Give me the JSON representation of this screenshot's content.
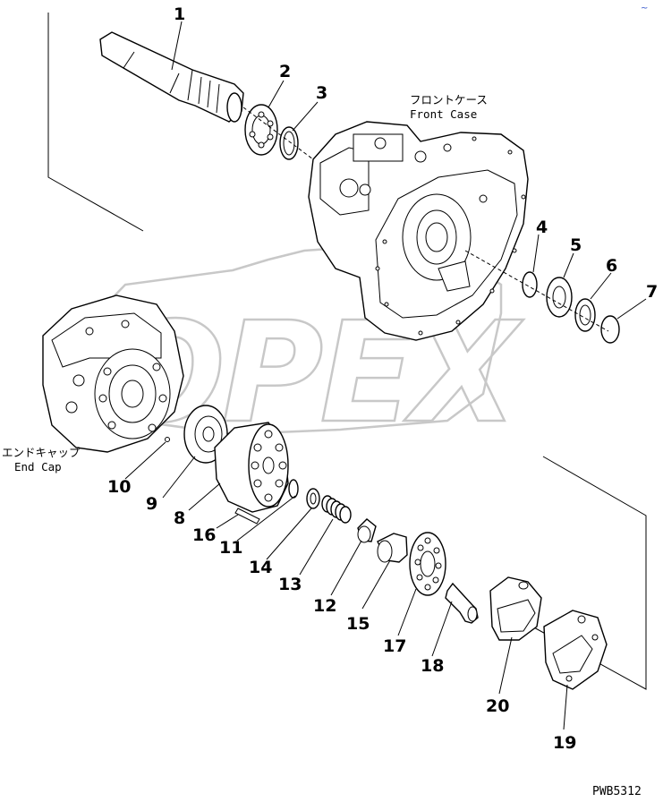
{
  "labels": [
    {
      "num": "1"
    },
    {
      "num": "2"
    },
    {
      "num": "3"
    },
    {
      "num": "4"
    },
    {
      "num": "5"
    },
    {
      "num": "6"
    },
    {
      "num": "7"
    },
    {
      "num": "8"
    },
    {
      "num": "9"
    },
    {
      "num": "10"
    },
    {
      "num": "11"
    },
    {
      "num": "12"
    },
    {
      "num": "13"
    },
    {
      "num": "14"
    },
    {
      "num": "15"
    },
    {
      "num": "16"
    },
    {
      "num": "17"
    },
    {
      "num": "18"
    },
    {
      "num": "19"
    },
    {
      "num": "20"
    }
  ],
  "front_case": {
    "jp": "フロントケース",
    "en": "Front Case"
  },
  "end_cap": {
    "jp": "エンドキャップ",
    "en": "End Cap"
  },
  "drawing_code": "PWB5312",
  "watermark": "OPEX"
}
